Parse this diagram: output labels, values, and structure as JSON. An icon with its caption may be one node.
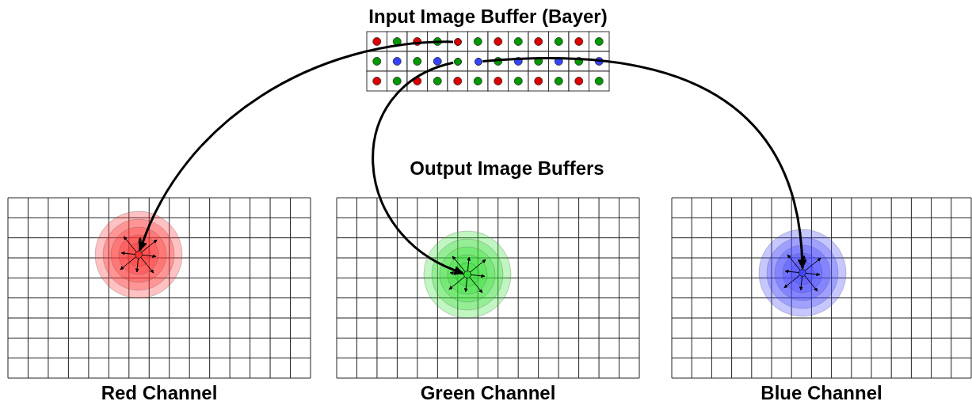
{
  "diagram": {
    "nodes": [
      {
        "text": [
          "Input Image Buffer (Bayer)"
        ]
      },
      {
        "text": [],
        "shape": "circle",
        "in": 0
      },
      {
        "text": [],
        "shape": "circle",
        "in": 0
      },
      {
        "text": [],
        "shape": "circle",
        "in": 0
      },
      {
        "text": [
          "Red Channel"
        ]
      },
      {
        "text": [
          "Green Channel"
        ]
      },
      {
        "text": [
          "Blue Channel"
        ]
      },
      {
        "text": [],
        "shape": "circle",
        "in": 4
      },
      {
        "text": [],
        "shape": "circle",
        "in": 5
      },
      {
        "text": [],
        "shape": "circle",
        "in": 6
      }
    ],
    "edges": [
      {
        "from": 1,
        "to": 7,
        "arrow": "to"
      },
      {
        "from": 2,
        "to": 8,
        "arrow": "to"
      },
      {
        "from": 3,
        "to": 9,
        "arrow": "to"
      }
    ],
    "labels": [
      "Output Image Buffers"
    ]
  }
}
